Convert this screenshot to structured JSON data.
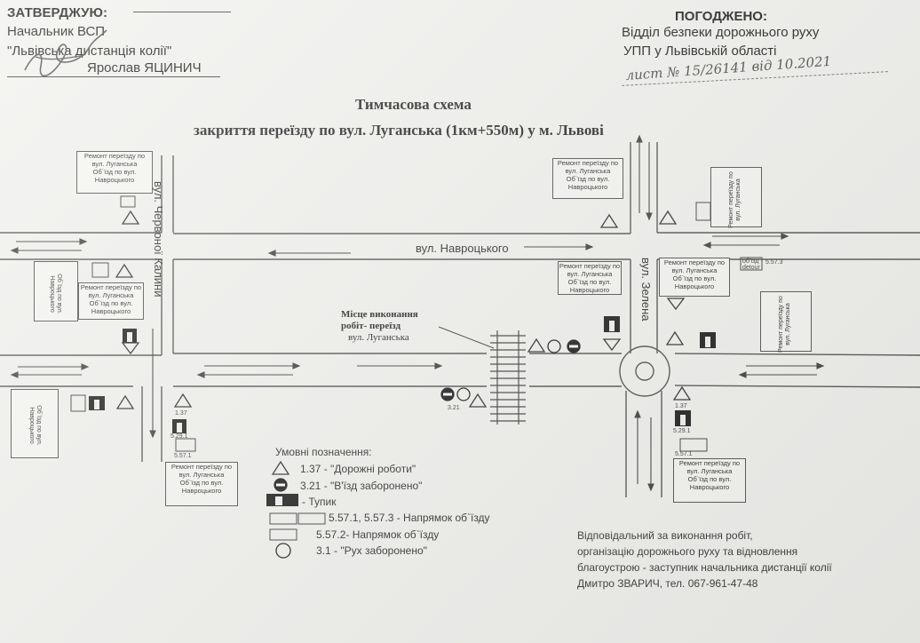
{
  "approve": {
    "heading": "ЗАТВЕРДЖУЮ:",
    "line1": "Начальник ВСП",
    "line2": "\"Львівська дистанція колії\"",
    "signer": "Ярослав ЯЦИНИЧ"
  },
  "agree": {
    "heading": "ПОГОДЖЕНО:",
    "line1": "Відділ безпеки дорожнього руху",
    "line2": "УПП у Львівській області",
    "handwritten": "лист № 15/26141 від 10.2021"
  },
  "title": {
    "line1": "Тимчасова схема",
    "line2": "закриття переїзду по вул. Луганська (1км+550м) у м. Львові"
  },
  "streets": {
    "navrotskoho": "вул. Навроцького",
    "chervonoi_kalyny": "вул. Червоної Калини",
    "zelena": "вул. Зелена"
  },
  "worksite": {
    "line1": "Місце виконання",
    "line2": "робіт- переїзд",
    "line3": "вул. Луганська"
  },
  "info_sign": {
    "line1": "Ремонт переїзду по",
    "line2": "вул. Луганська",
    "line3": "Об`їзд по вул.",
    "line4": "Навроцького"
  },
  "sign_codes": {
    "c137": "1.37",
    "c321": "3.21",
    "c5291": "5.29.1",
    "c5571": "5.57.1",
    "c5573": "5.57.3",
    "c5572": "5.57.2",
    "detour_ua": "об'їзд",
    "detour_en": "detour"
  },
  "legend": {
    "heading": "Умовні позначення:",
    "items": [
      "1.37 - \"Дорожні роботи\"",
      "3.21 - \"В'їзд заборонено\"",
      "- Тупик",
      "5.57.1, 5.57.3 - Напрямок об`їзду",
      "5.57.2- Напрямок об`їзду",
      "3.1 - \"Рух заборонено\""
    ]
  },
  "responsible": {
    "line1": "Відповідальний за виконання робіт,",
    "line2": "організацію дорожнього руху та відновлення",
    "line3": "благоустрою - заступник начальника дистанції колії",
    "line4": "Дмитро ЗВАРИЧ, тел. 067-961-47-48"
  }
}
